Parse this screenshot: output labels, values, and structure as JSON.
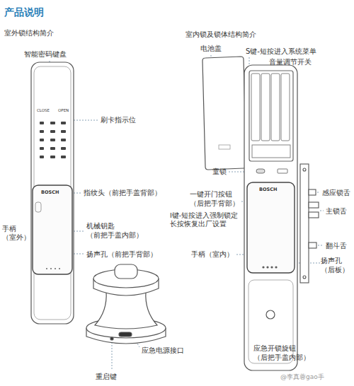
{
  "diagram": {
    "title": "产品说明",
    "labels": [
      "室外锁结构简介",
      "室内锁及锁体结构简介",
      "电池盖",
      "S键-短按进入系统菜单",
      "音量调节开关",
      "智能密码键盘",
      "CLOSE",
      "OPEN",
      "刷卡指示位",
      "童锁",
      "一键开门按钮（后把手背部）",
      "BOSCH",
      "指纹头（前把手盖背部）",
      "BOSCH",
      "感应锁舌",
      "主锁舌",
      "I键-短按进入强制锁定 长按恢复出厂设置",
      "手柄（室外）",
      "机械钥匙（前把手盖内部）",
      "翻斗舌",
      "手柄（室内）",
      "扬声孔（前把手背部）",
      "扬声孔（后板）",
      "应急开锁旋钮（后把手盖内部）",
      "应急电源接口",
      "重启键",
      "@李真蓉gao手"
    ]
  }
}
